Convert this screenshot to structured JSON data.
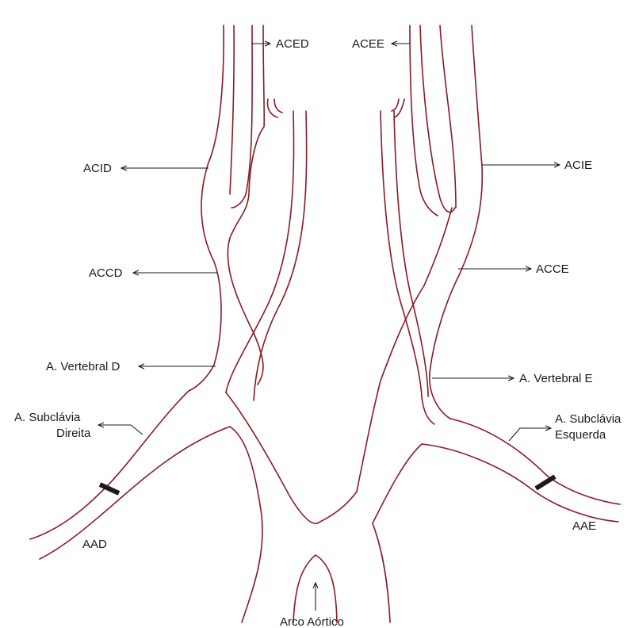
{
  "labels": {
    "aced": "ACED",
    "acee": "ACEE",
    "acid": "ACID",
    "acie": "ACIE",
    "accd": "ACCD",
    "acce": "ACCE",
    "vertebral_d": "A. Vertebral D",
    "vertebral_e": "A. Vertebral E",
    "subclavia_d_line1": "A. Subclávia",
    "subclavia_d_line2": "Direita",
    "subclavia_e_line1": "A. Subclávia",
    "subclavia_e_line2": "Esquerda",
    "aad": "AAD",
    "aae": "AAE",
    "arco": "Arco Aórtico"
  },
  "colors": {
    "vessel": "#8a1a24",
    "ink": "#1a1a1a",
    "background": "#ffffff"
  }
}
